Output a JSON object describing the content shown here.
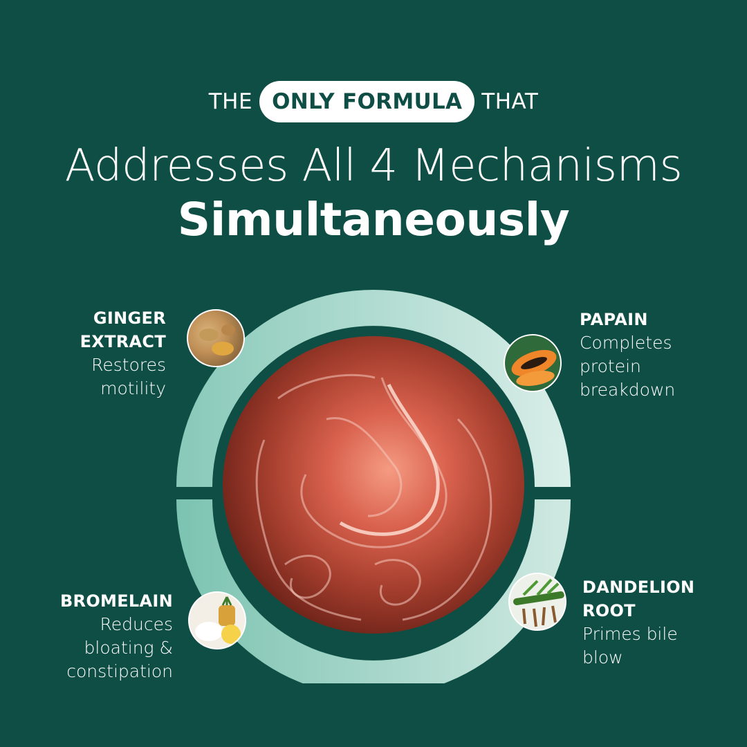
{
  "eyebrow": {
    "pre": "THE",
    "pill": "ONLY FORMULA",
    "post": "THAT"
  },
  "headline": {
    "line1": "Addresses All 4 Mechanisms",
    "line2": "Simultaneously"
  },
  "ingredients": [
    {
      "title_line1": "GINGER",
      "title_line2": "EXTRACT",
      "desc_line1": "Restores",
      "desc_line2": "motility",
      "icon": "ginger-icon"
    },
    {
      "title_line1": "PAPAIN",
      "desc_line1": "Completes",
      "desc_line2": "protein",
      "desc_line3": "breakdown",
      "icon": "papaya-icon"
    },
    {
      "title_line1": "BROMELAIN",
      "desc_line1": "Reduces",
      "desc_line2": "bloating &",
      "desc_line3": "constipation",
      "icon": "pineapple-icon"
    },
    {
      "title_line1": "DANDELION",
      "title_line2": "ROOT",
      "desc_line1": "Primes bile",
      "desc_line2": "blow",
      "icon": "dandelion-icon"
    }
  ],
  "colors": {
    "background": "#0e4e45",
    "ring_light": "#cde8e0",
    "ring_mid": "#7fc4b4",
    "text": "#ffffff"
  }
}
